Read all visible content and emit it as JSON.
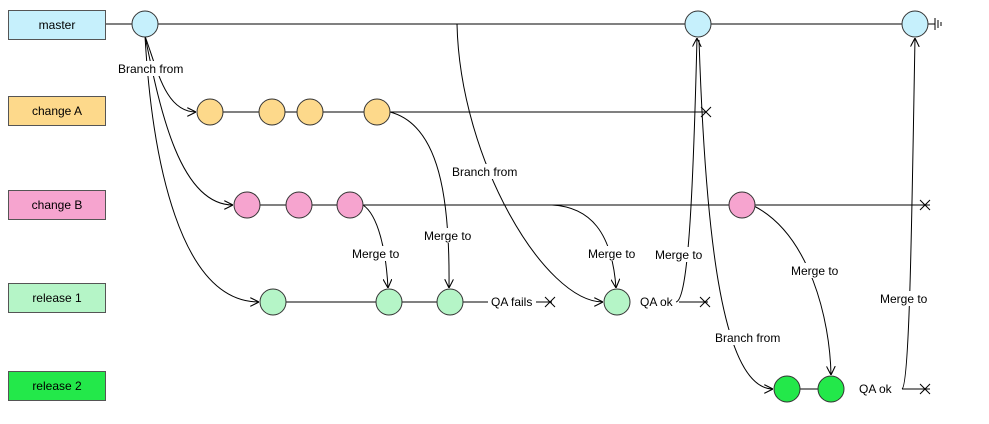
{
  "lanes": [
    {
      "id": "master",
      "label": "master",
      "color": "#c6f0fc"
    },
    {
      "id": "change_a",
      "label": "change A",
      "color": "#fdd98b"
    },
    {
      "id": "change_b",
      "label": "change B",
      "color": "#f6a4cf"
    },
    {
      "id": "release_1",
      "label": "release 1",
      "color": "#b5f5c7"
    },
    {
      "id": "release_2",
      "label": "release 2",
      "color": "#23e84a"
    }
  ],
  "annotations": {
    "branch_from_master": "Branch from",
    "branch_from_release1": "Branch from",
    "branch_from_release2": "Branch from",
    "merge_b_to_r1": "Merge to",
    "merge_a_to_r1": "Merge to",
    "merge_master_to_r1": "Merge to",
    "merge_r1_to_master": "Merge to",
    "merge_b_to_r2": "Merge to",
    "merge_r2_to_master": "Merge to",
    "qa_fails": "QA fails",
    "qa_ok_r1": "QA ok",
    "qa_ok_r2": "QA ok"
  }
}
